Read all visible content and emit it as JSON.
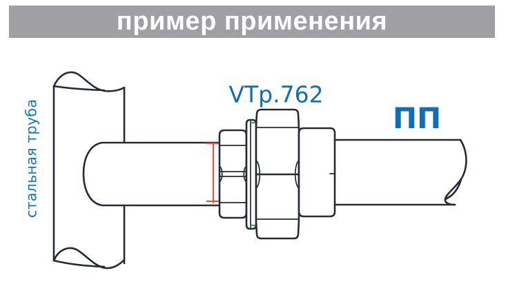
{
  "title": "пример применения",
  "labels": {
    "left_pipe": "стальная труба",
    "fitting_model": "VTp.762",
    "right_pipe": "ПП"
  },
  "colors": {
    "bg": "#FFFFFF",
    "banner-bg": "#A09FA4",
    "title-text": "#FFFFFF",
    "line": "#262A36",
    "blue": "#0E6FB9",
    "steel-blue": "#1879C3",
    "red": "#EE4C35",
    "green": "#34A44B"
  }
}
